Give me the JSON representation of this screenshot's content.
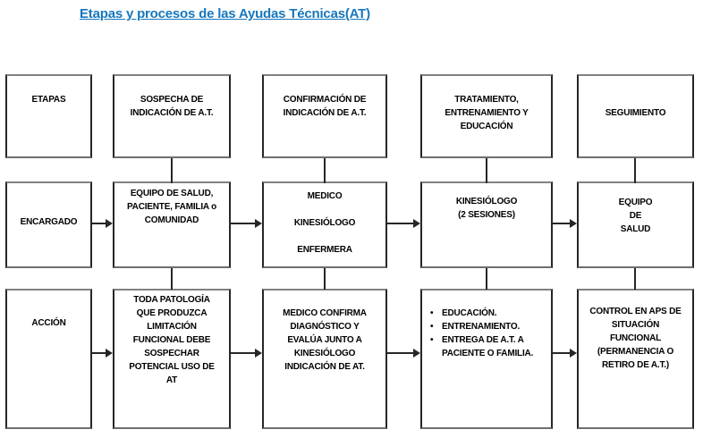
{
  "title": "Etapas y procesos de las Ayudas Técnicas(AT)",
  "colors": {
    "accent_blue": "#1777bd",
    "line": "#262626",
    "line_soft": "#818181"
  },
  "headers": {
    "etapas": "ETAPAS",
    "sospecha": "SOSPECHA DE\nINDICACIÓN DE A.T.",
    "confirmacion": "CONFIRMACIÓN DE\nINDICACIÓN DE A.T.",
    "tratamiento": "TRATAMIENTO,\nENTRENAMIENTO Y\nEDUCACIÓN",
    "seguimiento": "SEGUIMIENTO"
  },
  "encargado_row": {
    "label": "ENCARGADO",
    "sospecha": "EQUIPO DE SALUD,\nPACIENTE, FAMILIA o\nCOMUNIDAD",
    "confirmacion": "MEDICO\n\nKINESIÓLOGO\n\nENFERMERA",
    "tratamiento": "KINESIÓLOGO\n(2 SESIONES)",
    "seguimiento": "EQUIPO\nDE\nSALUD"
  },
  "accion_row": {
    "label": "ACCIÓN",
    "sospecha": "TODA PATOLOGÍA\nQUE PRODUZCA\nLIMITACIÓN\nFUNCIONAL DEBE\nSOSPECHAR\nPOTENCIAL USO DE\nAT",
    "confirmacion": "MEDICO CONFIRMA\nDIAGNÓSTICO Y\nEVALÚA JUNTO A\nKINESIÓLOGO\nINDICACIÓN DE AT.",
    "tratamiento_bullets": [
      "EDUCACIÓN.",
      "ENTRENAMIENTO.",
      "ENTREGA DE A.T. A PACIENTE O FAMILIA."
    ],
    "seguimiento": "CONTROL EN APS DE\nSITUACIÓN\nFUNCIONAL\n(PERMANENCIA O\nRETIRO DE A.T.)"
  }
}
